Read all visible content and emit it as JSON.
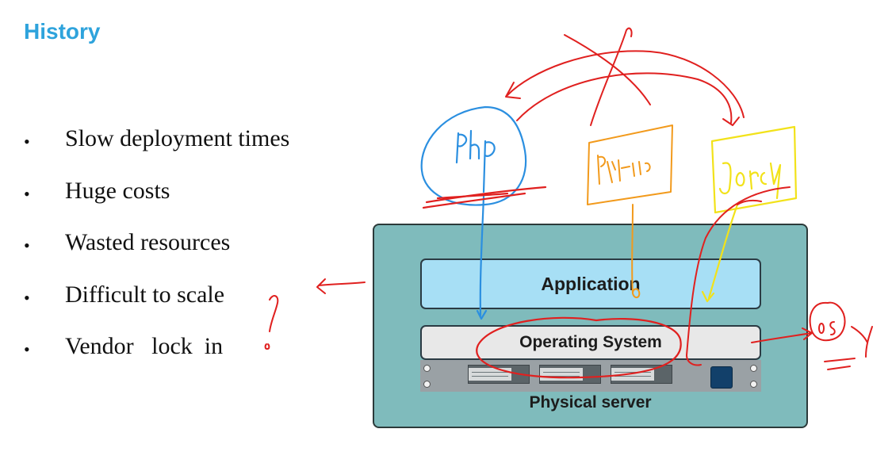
{
  "title": "History",
  "bullets": [
    "Slow deployment times",
    "Huge costs",
    "Wasted resources",
    "Difficult to scale",
    "Vendor   lock  in"
  ],
  "diagram": {
    "application_label": "Application",
    "os_label": "Operating System",
    "server_label": "Physical server"
  },
  "colors": {
    "title": "#2ea3dc",
    "server_bg": "#7fbbbc",
    "app_bg": "#a7dff5",
    "os_bg": "#e8e8e8",
    "ink_red": "#e0201f",
    "ink_blue": "#2b8fe0",
    "ink_orange": "#f29a1c",
    "ink_yellow": "#f2e21a"
  }
}
